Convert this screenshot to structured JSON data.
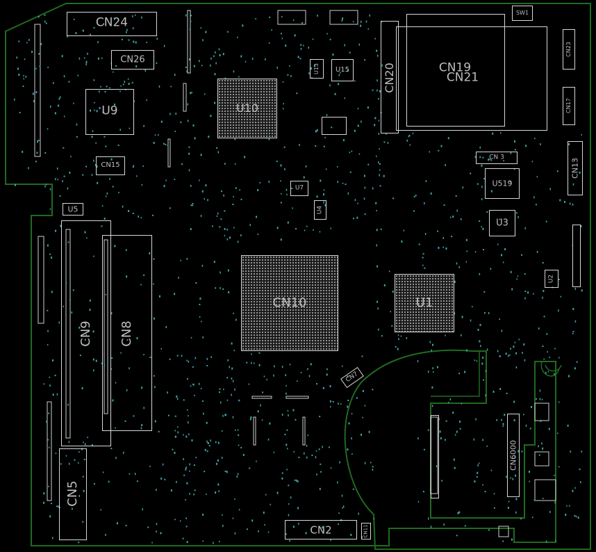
{
  "board": {
    "outline_color": "#1f6b1f",
    "silk_color": "#d8d8d8",
    "pad_color": "#3fa3a8",
    "background": "#000000"
  },
  "labels": {
    "cn24": "CN24",
    "cn26": "CN26",
    "u9": "U9",
    "u10": "U10",
    "cn15": "CN15",
    "u5": "U5",
    "cn9": "CN9",
    "cn8": "CN8",
    "cn5": "CN5",
    "cn10": "CN10",
    "cn7": "CN7",
    "cn2": "CN2",
    "cn11": "CN11",
    "cn20": "CN20",
    "cn19": "CN19",
    "cn21": "CN21",
    "cn23": "CN23",
    "cn17": "CN17",
    "cn13": "CN13",
    "cn3": "CN 3",
    "u519": "U519",
    "u3": "U3",
    "u1": "U1",
    "u2": "U2",
    "u4": "U4",
    "u7": "U7",
    "u15": "U15",
    "u13": "U13",
    "cn6000": "CN6000",
    "sw1": "SW1"
  }
}
